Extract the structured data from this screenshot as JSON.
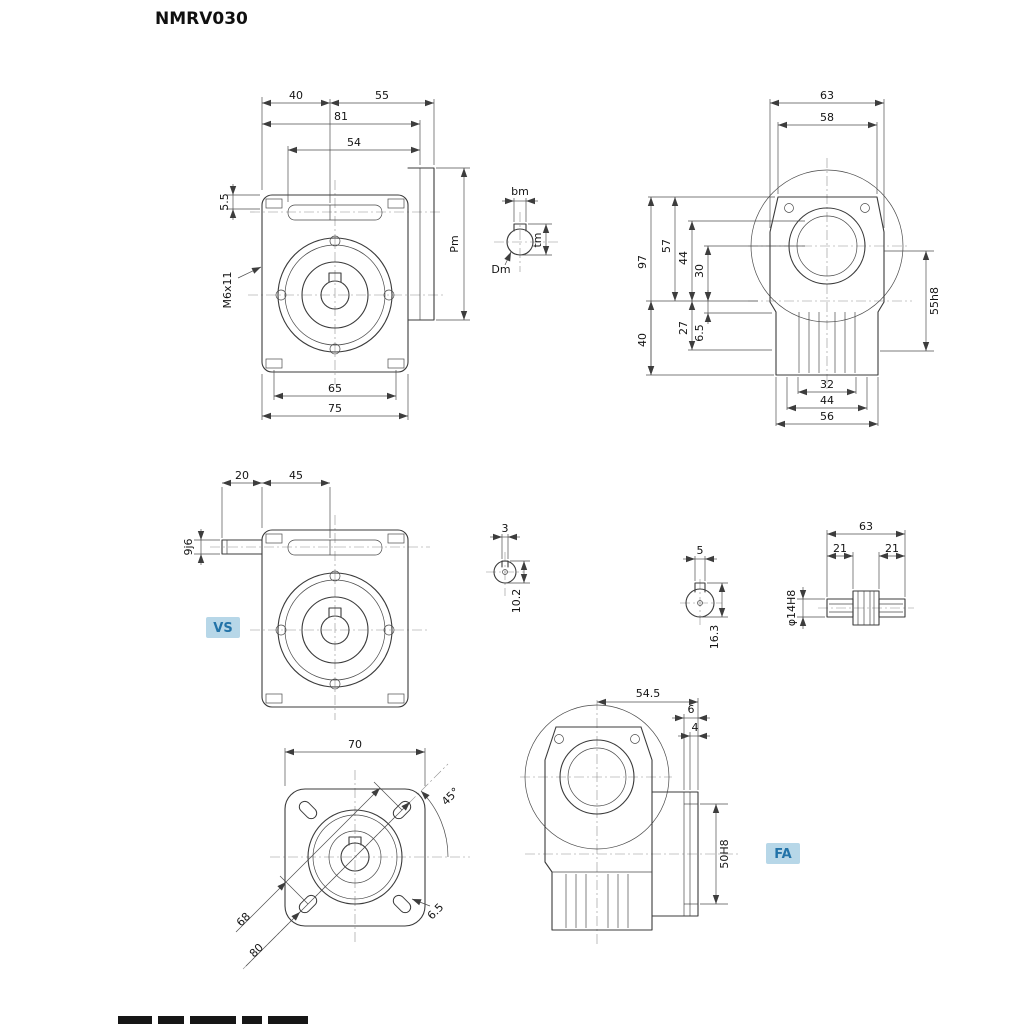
{
  "title": "NMRV030",
  "front": {
    "d40": "40",
    "d55": "55",
    "d81": "81",
    "d54": "54",
    "d5_5": "5.5",
    "m6x11": "M6x11",
    "d65": "65",
    "d75": "75",
    "pm": "Pm",
    "bm": "bm",
    "tm": "tm",
    "dm": "Dm"
  },
  "side": {
    "d63": "63",
    "d58": "58",
    "d97": "97",
    "d57": "57",
    "d44": "44",
    "d30": "30",
    "d27": "27",
    "d6_5": "6.5",
    "d40": "40",
    "d55h8": "55h8",
    "d32": "32",
    "d44b": "44",
    "d56": "56"
  },
  "vs": {
    "label": "VS",
    "d20": "20",
    "d45": "45",
    "d9j6": "9j6"
  },
  "key_small": {
    "d3": "3",
    "d10_2": "10.2"
  },
  "key_large": {
    "d5": "5",
    "d16_3": "16.3"
  },
  "worm_shaft": {
    "d63": "63",
    "d21a": "21",
    "d21b": "21",
    "d14h8": "φ14H8"
  },
  "flange": {
    "d70": "70",
    "a45": "45°",
    "d68": "68",
    "d80": "80",
    "d6_5": "6.5"
  },
  "fa": {
    "label": "FA",
    "d54_5": "54.5",
    "d6": "6",
    "d4": "4",
    "d50h8": "50H8"
  },
  "colors": {
    "badge_bg": "#b7d7e8",
    "badge_text": "#2273a8",
    "line": "#3b3b3b"
  }
}
